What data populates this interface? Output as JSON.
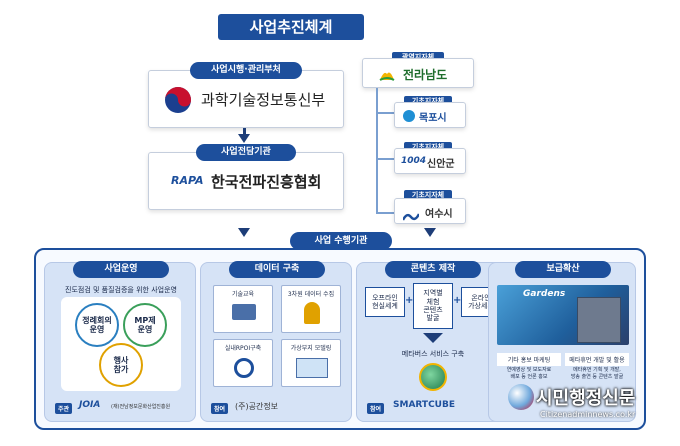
{
  "title": "사업추진체계",
  "ministry": {
    "header": "사업시행·관리부처",
    "name": "과학기술정보통신부"
  },
  "agency": {
    "header": "사업전담기관",
    "name": "한국전파진흥협회",
    "logo_text": "RAPA"
  },
  "local_gov": {
    "province_header": "광역지자체",
    "province_name": "전라남도",
    "items": [
      {
        "header": "기초지자체",
        "name": "목포시"
      },
      {
        "header": "기초지자체",
        "name": "신안군",
        "logo_text": "1004"
      },
      {
        "header": "기초지자체",
        "name": "여수시"
      }
    ]
  },
  "performers_header": "사업 수행기관",
  "panels": {
    "ops": {
      "title": "사업운영",
      "subtitle": "진도점검 및 품질검증을 위한 사업운영",
      "bubbles": [
        "정례회의\n운영",
        "MP제\n운영",
        "행사\n참가"
      ],
      "footer_label": "주관",
      "footer_logo": "JOIA",
      "footer_text": "(재)전남정보문화산업진흥원"
    },
    "data": {
      "title": "데이터 구축",
      "cells": [
        "기술교육",
        "3차원 데이터 수집",
        "실내RPOI구축",
        "가상부지 모델링"
      ],
      "footer_label": "참여",
      "footer_text": "(주)공간정보"
    },
    "content": {
      "title": "콘텐츠 제작",
      "boxes": [
        "오프라인\n현실세계",
        "지역별\n체험\n콘텐츠\n발굴",
        "온라인\n가상세계"
      ],
      "center_label": "메타버스 서비스 구축",
      "footer_label": "참여",
      "footer_logo": "SMARTCUBE"
    },
    "spread": {
      "title": "보급확산",
      "photo_text": "Gardens",
      "captions": [
        "기타 홍보 마케팅",
        "메타휴먼 개발 및 활용"
      ],
      "subcaptions": [
        "연예영상 및 보도자료\n배포 등 언론 홍보",
        "메타휴먼 기획 및 개발,\n방송 출연 등 콘텐츠 발굴"
      ]
    }
  },
  "watermark": {
    "name": "시민행정신문",
    "url": "Citizenadminnews.co.kr"
  }
}
